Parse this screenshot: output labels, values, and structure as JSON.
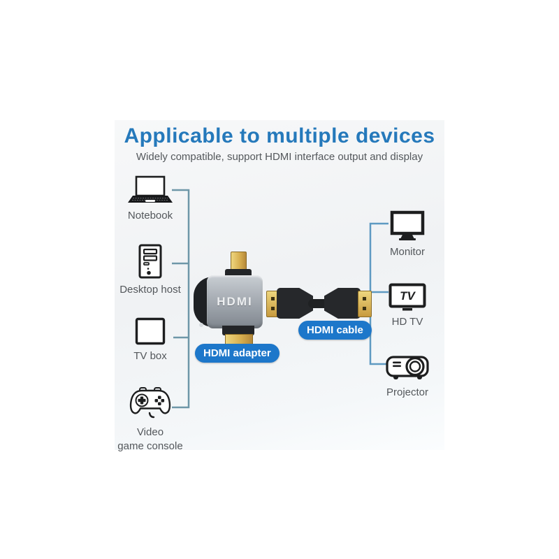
{
  "header": {
    "title": "Applicable to multiple devices",
    "subtitle": "Widely compatible, support HDMI interface output and display"
  },
  "colors": {
    "title_blue": "#2579bb",
    "badge_blue": "#1d77ca",
    "left_bracket": "#6e97a8",
    "right_bracket": "#5e9ac2",
    "icon_stroke": "#1d1e1f",
    "label_gray": "#53575b",
    "gold": "#d6ad4e",
    "adapter_body_gray": "#9aa1a8"
  },
  "left_devices": [
    {
      "label": "Notebook",
      "icon": "laptop-icon"
    },
    {
      "label": "Desktop host",
      "icon": "desktop-tower-icon"
    },
    {
      "label": "TV box",
      "icon": "tv-box-icon"
    },
    {
      "label": "Video\ngame console",
      "icon": "gamepad-icon"
    }
  ],
  "right_devices": [
    {
      "label": "Monitor",
      "icon": "monitor-icon"
    },
    {
      "label": "HD TV",
      "icon": "hdtv-icon"
    },
    {
      "label": "Projector",
      "icon": "projector-icon"
    }
  ],
  "center": {
    "adapter_badge": "HDMI adapter",
    "cable_badge": "HDMI cable",
    "adapter_brand_text": "HDMI",
    "hdtv_screen_text": "TV"
  }
}
